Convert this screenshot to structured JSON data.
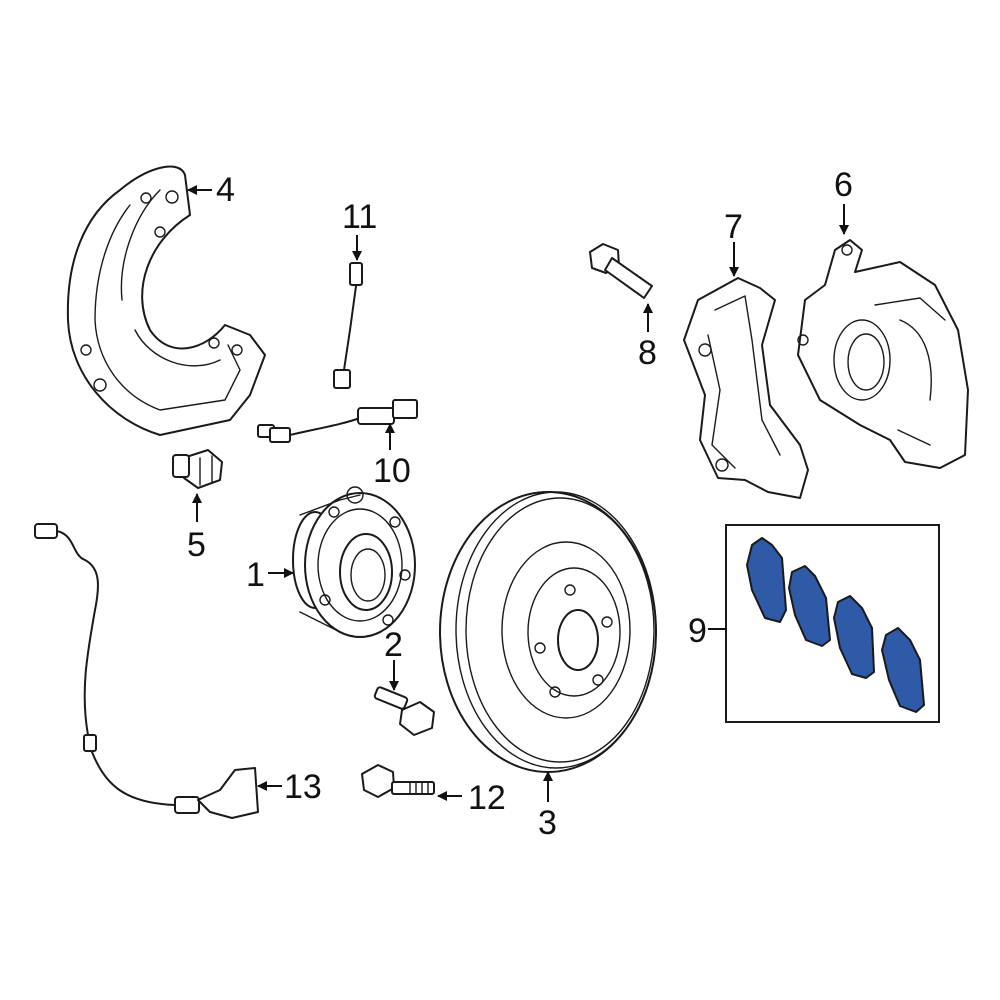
{
  "colors": {
    "line": "#1a1a1a",
    "highlight_pad": "#2e5aa8",
    "background": "#ffffff"
  },
  "callouts": {
    "c1": "1",
    "c2": "2",
    "c3": "3",
    "c4": "4",
    "c5": "5",
    "c6": "6",
    "c7": "7",
    "c8": "8",
    "c9": "9",
    "c10": "10",
    "c11": "11",
    "c12": "12",
    "c13": "13"
  }
}
